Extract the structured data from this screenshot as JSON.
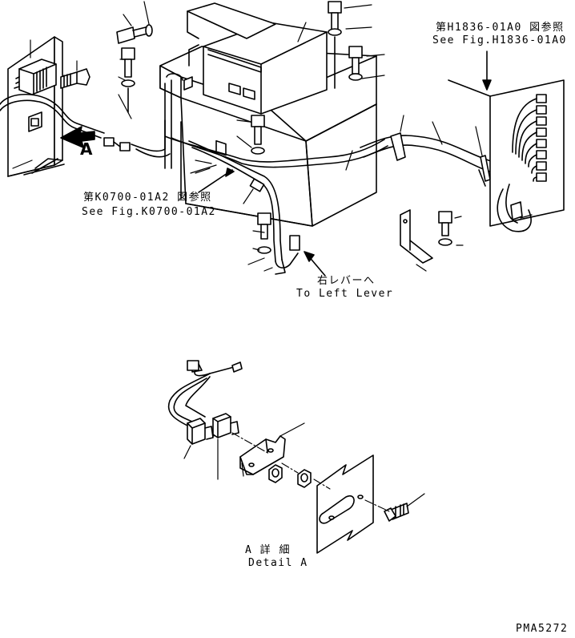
{
  "references": {
    "fig_h1836_jp": "第H1836-01A0 図参照",
    "fig_h1836_en": "See Fig.H1836-01A0",
    "fig_k0700_jp": "第K0700-01A2 図参照",
    "fig_k0700_en": "See Fig.K0700-01A2",
    "to_lever_jp": "右レバーへ",
    "to_lever_en": "To Left Lever"
  },
  "view_marker": "A",
  "detail": {
    "title_jp": "A 詳 細",
    "title_en": "Detail A"
  },
  "drawing_number": "PMA5272"
}
